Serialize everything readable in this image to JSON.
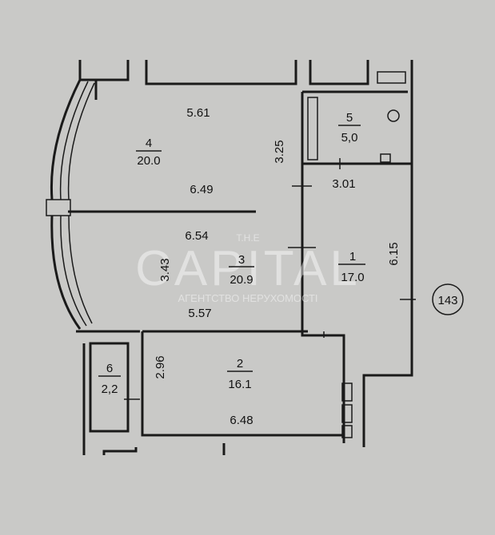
{
  "plan": {
    "rooms": [
      {
        "number": "1",
        "area": "17.0"
      },
      {
        "number": "2",
        "area": "16.1"
      },
      {
        "number": "3",
        "area": "20.9"
      },
      {
        "number": "4",
        "area": "20.0"
      },
      {
        "number": "5",
        "area": "5,0"
      },
      {
        "number": "6",
        "area": "2,2"
      }
    ],
    "dimensions": {
      "r4_top": "5.61",
      "r4_bottom": "6.49",
      "r4_side": "3.25",
      "r1_top": "3.01",
      "r1_side": "6.15",
      "r3_top": "6.54",
      "r3_side": "3.43",
      "r3_bottom": "5.57",
      "r2_side": "2.96",
      "r2_bottom": "6.48"
    },
    "apartment_number": "143"
  },
  "watermark": {
    "top": "T.H.E",
    "main": "CAPITAL",
    "sub": "АГЕНТСТВО НЕРУХОМОСТІ"
  }
}
